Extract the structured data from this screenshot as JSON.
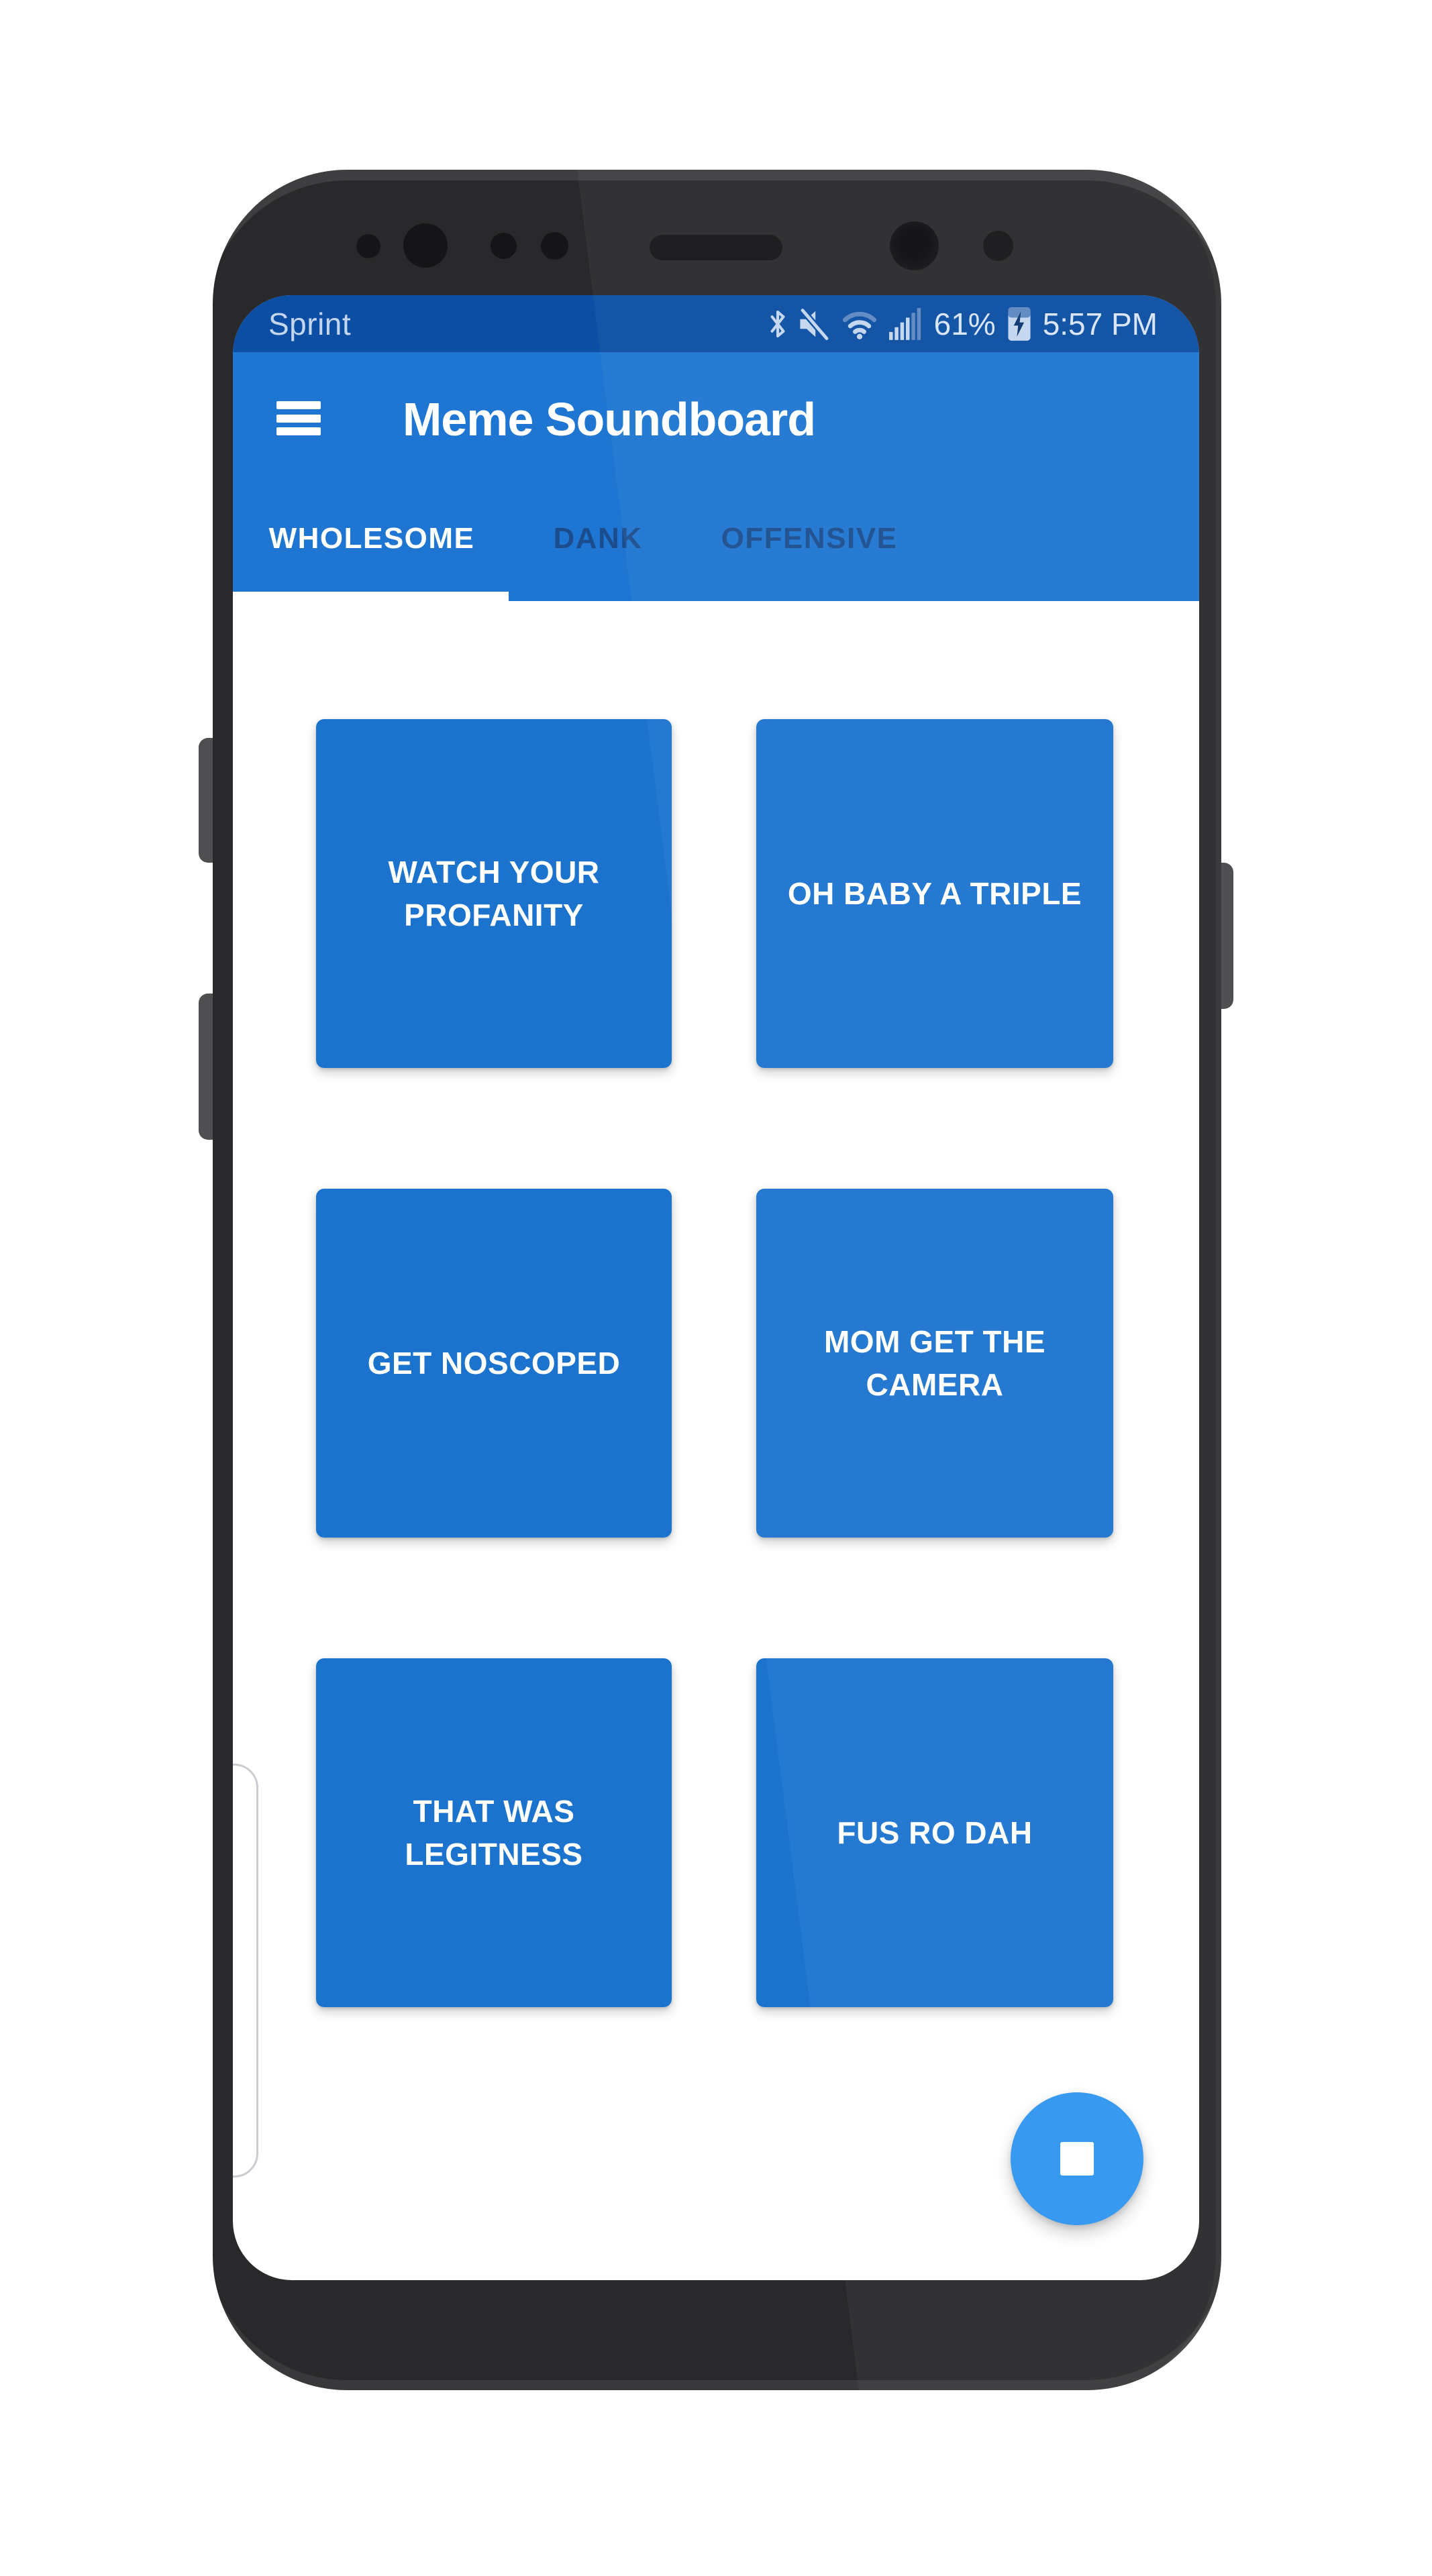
{
  "status_bar": {
    "carrier": "Sprint",
    "battery_percent": "61%",
    "time": "5:57 PM",
    "icons": [
      "bluetooth-icon",
      "sound-muted-icon",
      "wifi-icon",
      "cell-signal-icon",
      "battery-charging-icon"
    ]
  },
  "app_bar": {
    "title": "Meme Soundboard",
    "menu_icon": "hamburger-menu-icon"
  },
  "tabs": {
    "items": [
      {
        "label": "WHOLESOME",
        "active": true
      },
      {
        "label": "DANK",
        "active": false
      },
      {
        "label": "OFFENSIVE",
        "active": false
      }
    ]
  },
  "soundboard": {
    "buttons": [
      {
        "label": "WATCH YOUR\nPROFANITY"
      },
      {
        "label": "OH BABY A TRIPLE"
      },
      {
        "label": "GET NOSCOPED"
      },
      {
        "label": "MOM GET THE\nCAMERA"
      },
      {
        "label": "THAT WAS\nLEGITNESS"
      },
      {
        "label": "FUS RO DAH"
      }
    ]
  },
  "fab": {
    "icon": "stop-icon"
  },
  "colors": {
    "status_bar_bg": "#0B4EA3",
    "app_bar_bg": "#1E76D2",
    "sound_button_bg": "#1C73CE",
    "fab_bg": "#2E96F0",
    "active_tab_text": "#FFFFFF",
    "inactive_tab_text": "#1B4D8E",
    "bezel": "#29292B"
  }
}
